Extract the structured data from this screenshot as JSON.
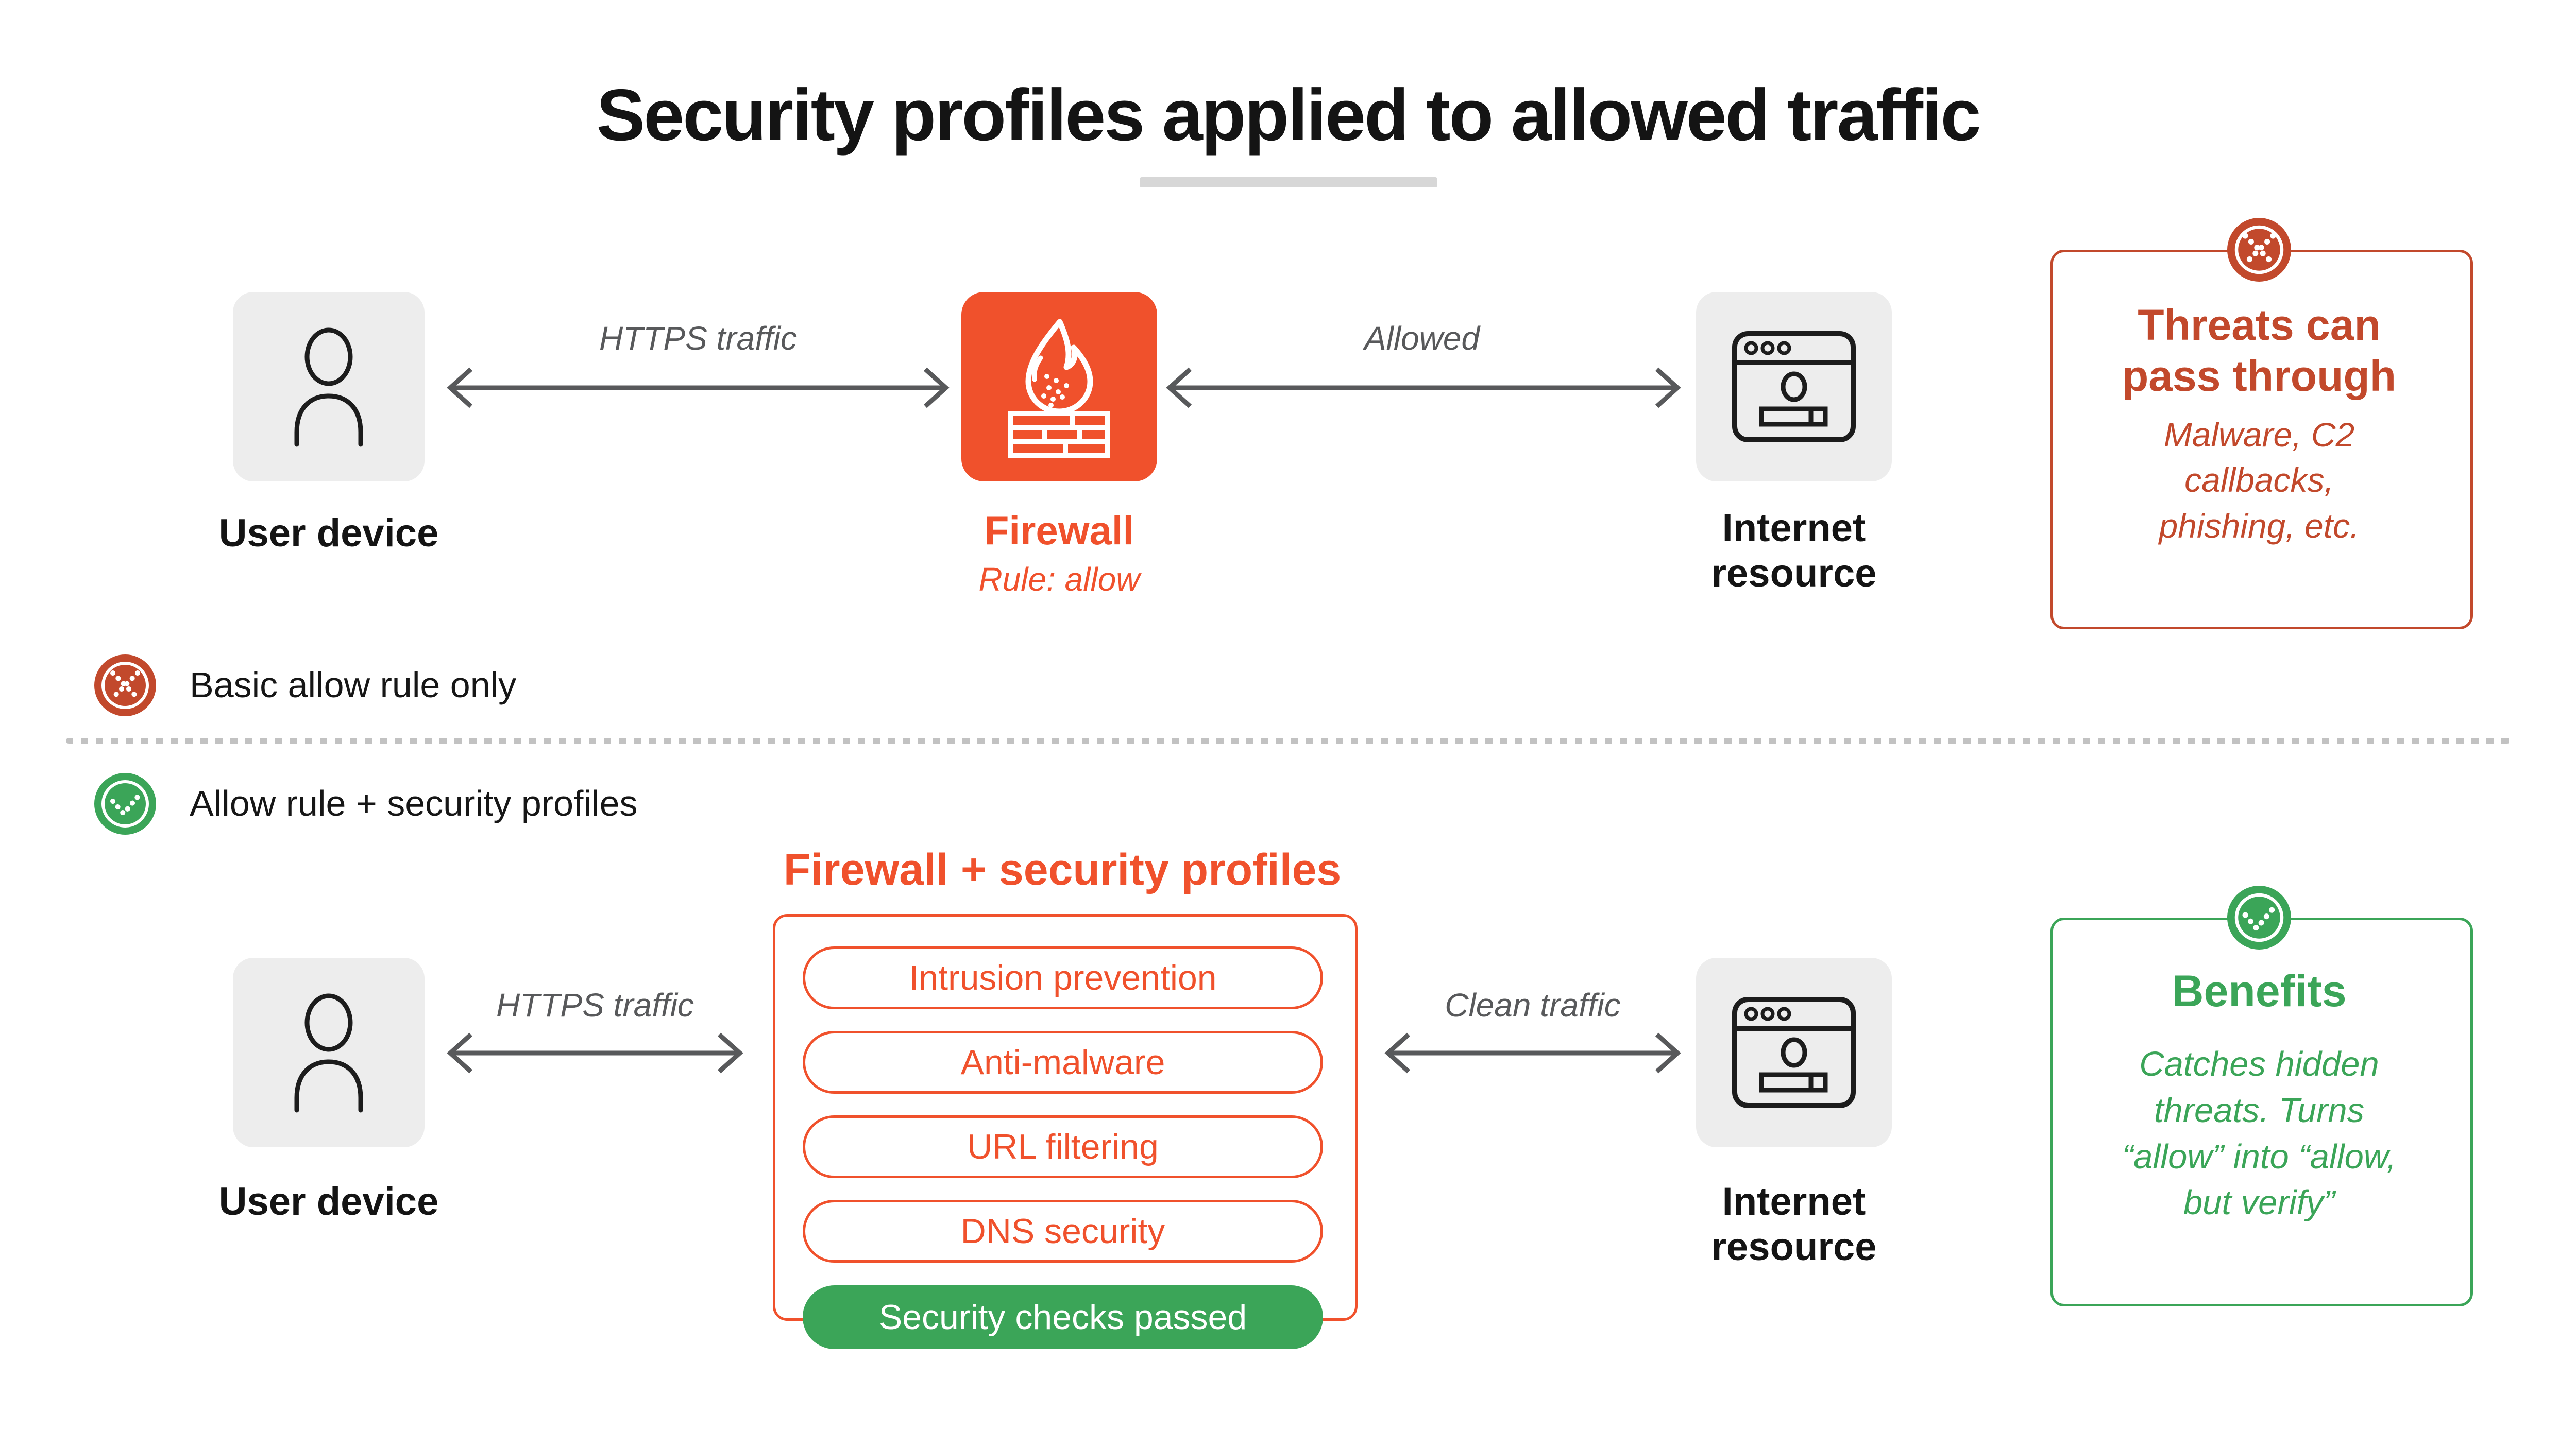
{
  "title": "Security profiles applied to allowed traffic",
  "colors": {
    "bright_orange": "#F0512C",
    "brick_red": "#C2492C",
    "green": "#3BA558",
    "node_gray": "#EDEDED",
    "arrow_gray": "#58595B",
    "divider_gray": "#C2C2C2",
    "underline_gray": "#D7D7D7",
    "text_black": "#141414"
  },
  "legend": {
    "bad": "Basic allow rule only",
    "good": "Allow rule + security profiles"
  },
  "top_flow": {
    "user_device": {
      "label": "User device"
    },
    "https_label": "HTTPS traffic",
    "firewall": {
      "label": "Firewall",
      "sub": "Rule: allow"
    },
    "allowed_label": "Allowed",
    "internet": {
      "line1": "Internet",
      "line2": "resource"
    },
    "threats": {
      "title_line1": "Threats can",
      "title_line2": "pass through",
      "body_line1": "Malware, C2",
      "body_line2": "callbacks,",
      "body_line3": "phishing, etc."
    }
  },
  "bottom_flow": {
    "user_device": {
      "label": "User device"
    },
    "https_label": "HTTPS traffic",
    "profiles": {
      "title": "Firewall + security profiles",
      "pills": [
        "Intrusion prevention",
        "Anti-malware",
        "URL filtering",
        "DNS security"
      ],
      "passed": "Security checks passed"
    },
    "clean_label": "Clean traffic",
    "internet": {
      "line1": "Internet",
      "line2": "resource"
    },
    "benefits": {
      "title": "Benefits",
      "body_line1": "Catches hidden",
      "body_line2": "threats. Turns",
      "body_line3": "“allow” into “allow,",
      "body_line4": "but verify”"
    }
  }
}
